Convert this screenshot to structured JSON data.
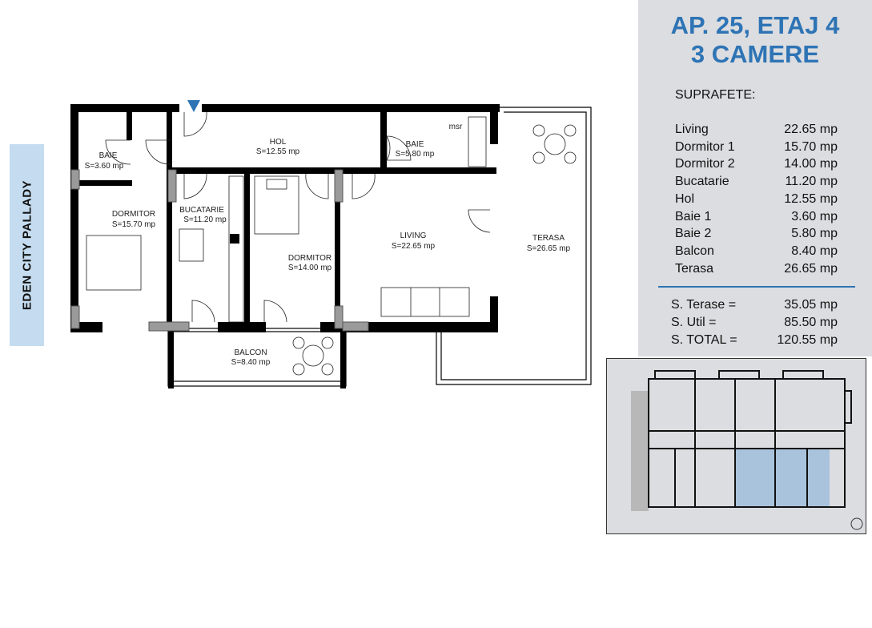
{
  "side_label": "EDEN CITY PALLADY",
  "header": {
    "line1": "AP. 25, ETAJ 4",
    "line2": "3 CAMERE"
  },
  "areas": {
    "heading": "SUPRAFETE:",
    "rows": [
      {
        "name": "Living",
        "value": "22.65 mp"
      },
      {
        "name": "Dormitor 1",
        "value": "15.70 mp"
      },
      {
        "name": "Dormitor 2",
        "value": "14.00 mp"
      },
      {
        "name": "Bucatarie",
        "value": "11.20 mp"
      },
      {
        "name": "Hol",
        "value": "12.55 mp"
      },
      {
        "name": "Baie 1",
        "value": "3.60 mp"
      },
      {
        "name": "Baie 2",
        "value": "5.80 mp"
      },
      {
        "name": "Balcon",
        "value": "8.40 mp"
      },
      {
        "name": "Terasa",
        "value": "26.65 mp"
      }
    ],
    "totals": [
      {
        "name": "S. Terase =",
        "value": "35.05 mp"
      },
      {
        "name": "S. Util =",
        "value": "85.50 mp"
      },
      {
        "name": "S. TOTAL =",
        "value": "120.55 mp"
      }
    ]
  },
  "rooms": {
    "baie1": {
      "name": "BAIE",
      "area": "S=3.60 mp"
    },
    "dormitor1": {
      "name": "DORMITOR",
      "area": "S=15.70 mp"
    },
    "hol": {
      "name": "HOL",
      "area": "S=12.55 mp"
    },
    "baie2": {
      "name": "BAIE",
      "area": "S=5.80 mp",
      "fixture": "msr"
    },
    "bucatarie": {
      "name": "BUCATARIE",
      "area": "S=11.20 mp"
    },
    "dormitor2": {
      "name": "DORMITOR",
      "area": "S=14.00 mp"
    },
    "living": {
      "name": "LIVING",
      "area": "S=22.65 mp"
    },
    "terasa": {
      "name": "TERASA",
      "area": "S=26.65 mp"
    },
    "balcon": {
      "name": "BALCON",
      "area": "S=8.40 mp"
    }
  },
  "colors": {
    "accent": "#2e74b5",
    "panel": "#dcdde0",
    "side": "#c5dcf0",
    "highlight": "#a9c3dc"
  },
  "icons": {
    "entrance": "triangle-down-icon",
    "north": "compass-icon"
  }
}
